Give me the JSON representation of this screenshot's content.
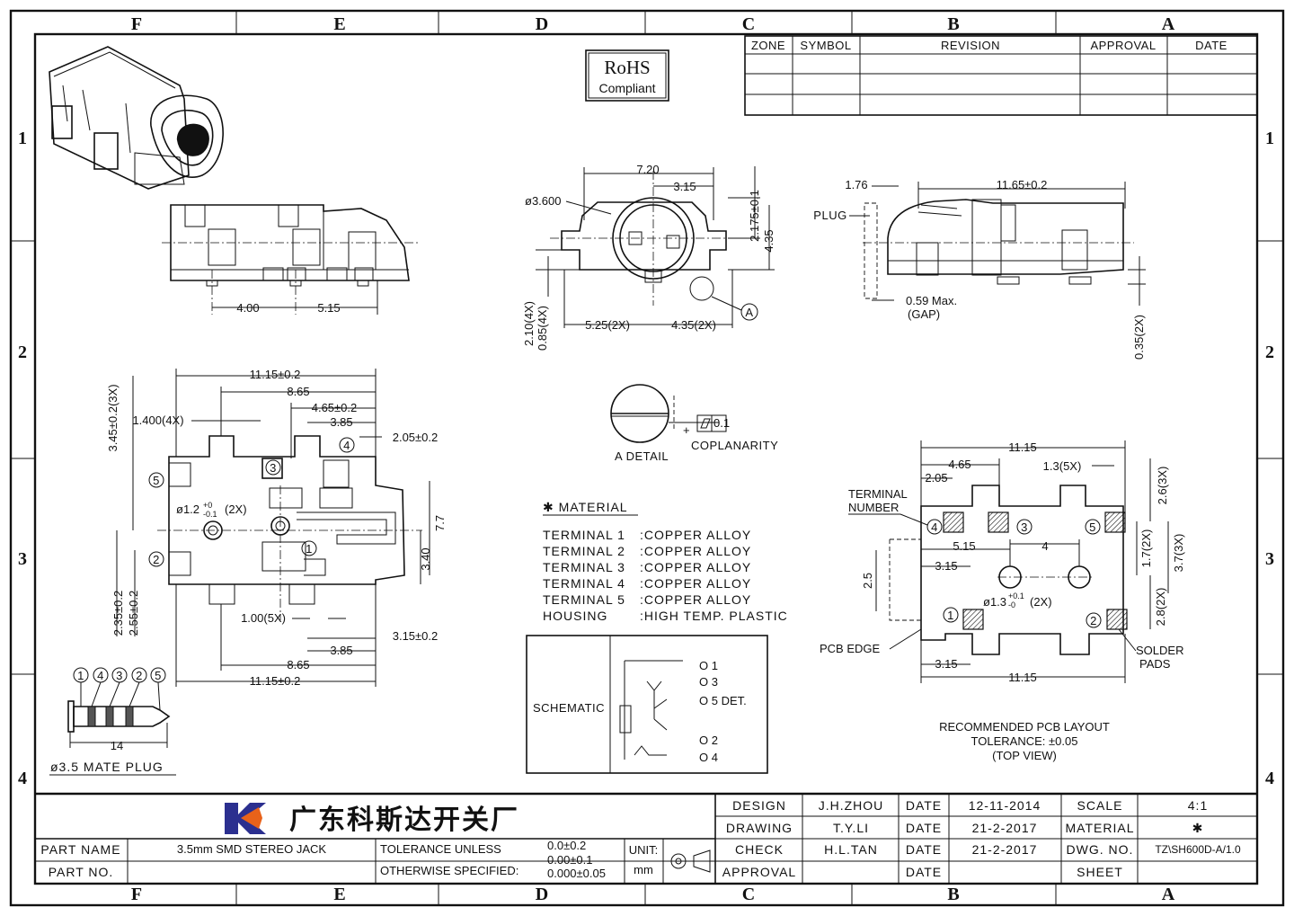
{
  "zones": {
    "cols": [
      "F",
      "E",
      "D",
      "C",
      "B",
      "A"
    ],
    "rows": [
      "1",
      "2",
      "3",
      "4"
    ]
  },
  "revision_table": {
    "headers": [
      "ZONE",
      "SYMBOL",
      "REVISION",
      "APPROVAL",
      "DATE"
    ]
  },
  "rohs": {
    "line1": "RoHS",
    "line2": "Compliant"
  },
  "front_view": {
    "dim_a": "4.00",
    "dim_b": "5.15"
  },
  "end_view": {
    "width": "7.20",
    "half": "3.15",
    "dia": "ø3.600",
    "h1": "2.175±0.1",
    "h2": "4.35",
    "pad_w": "2.10(4X)",
    "pad_w2": "0.85(4X)",
    "p1": "5.25(2X)",
    "p2": "4.35(2X)",
    "detail_ref": "A"
  },
  "side_view": {
    "len": "11.65±0.2",
    "plug_dim": "1.76",
    "plug": "PLUG",
    "gap": "0.59 Max.",
    "gap_note": "(GAP)",
    "standoff": "0.35(2X)"
  },
  "top_view": {
    "d1": "11.15±0.2",
    "d2": "8.65",
    "d3": "4.65±0.2",
    "d4": "3.85",
    "d5": "2.05±0.2",
    "d6": "1.400(4X)",
    "d7": "3.45±0.2(3X)",
    "d8": "ø1.2",
    "d8_tol_up": "+0",
    "d8_tol_dn": "-0.1",
    "d8_qty": "(2X)",
    "d9": "7.7",
    "d10": "3.40",
    "d11": "2.35±0.2",
    "d12": "2.55±0.2",
    "d13": "1.00(5X)",
    "d14": "3.15±0.2",
    "d15": "3.85",
    "d16": "8.65",
    "d17": "11.15±0.2",
    "terminals": [
      "1",
      "2",
      "3",
      "4",
      "5"
    ]
  },
  "detail_a": {
    "title": "A DETAIL",
    "coplanarity": "COPLANARITY",
    "tol": "0.1"
  },
  "material": {
    "title": "✱ MATERIAL",
    "rows": [
      {
        "item": "TERMINAL 1",
        "spec": ":COPPER ALLOY"
      },
      {
        "item": "TERMINAL 2",
        "spec": ":COPPER ALLOY"
      },
      {
        "item": "TERMINAL 3",
        "spec": ":COPPER ALLOY"
      },
      {
        "item": "TERMINAL 4",
        "spec": ":COPPER ALLOY"
      },
      {
        "item": "TERMINAL 5",
        "spec": ":COPPER ALLOY"
      },
      {
        "item": "HOUSING",
        "spec": ":HIGH TEMP. PLASTIC"
      }
    ]
  },
  "schematic": {
    "label": "SCHEMATIC",
    "pins": [
      "O 1",
      "O 3",
      "O 5  DET.",
      "O 2",
      "O 4"
    ]
  },
  "mate_plug": {
    "labels": [
      "1",
      "4",
      "3",
      "2",
      "5"
    ],
    "len": "14",
    "title": "ø3.5 MATE PLUG"
  },
  "pcb_layout": {
    "w": "11.15",
    "w2": "11.15",
    "d_465": "4.65",
    "d_205": "2.05",
    "d_13": "1.3(5X)",
    "d_26": "2.6(3X)",
    "d_515": "5.15",
    "d_4": "4",
    "d_315": "3.15",
    "d_315b": "3.15",
    "d_25": "2.5",
    "d_17": "1.7(2X)",
    "d_37": "3.7(3X)",
    "d_28": "2.8(2X)",
    "hole": "ø1.3",
    "hole_tol_up": "+0.1",
    "hole_tol_dn": "-0",
    "hole_qty": "(2X)",
    "terminal_number": "TERMINAL",
    "terminal_number2": "NUMBER",
    "pcb_edge": "PCB EDGE",
    "solder": "SOLDER",
    "solder2": "PADS",
    "caption1": "RECOMMENDED PCB LAYOUT",
    "caption2": "TOLERANCE: ±0.05",
    "caption3": "(TOP VIEW)"
  },
  "title_block": {
    "company": "广东科斯达开关厂",
    "design_lbl": "DESIGN",
    "design": "J.H.ZHOU",
    "drawing_lbl": "DRAWING",
    "drawing": "T.Y.LI",
    "check_lbl": "CHECK",
    "check": "H.L.TAN",
    "approval_lbl": "APPROVAL",
    "date_lbl": "DATE",
    "date1": "12-11-2014",
    "date2": "21-2-2017",
    "date3": "21-2-2017",
    "scale_lbl": "SCALE",
    "scale": "4:1",
    "material_lbl": "MATERIAL",
    "material": "✱",
    "dwg_lbl": "DWG. NO.",
    "dwg": "TZ\\SH600D-A/1.0",
    "sheet_lbl": "SHEET",
    "part_name_lbl": "PART NAME",
    "part_name": "3.5mm SMD STEREO JACK",
    "part_no_lbl": "PART NO.",
    "tol_lbl1": "TOLERANCE UNLESS",
    "tol_lbl2": "OTHERWISE SPECIFIED:",
    "tol1": "0.0±0.2",
    "tol2": "0.00±0.1",
    "tol3": "0.000±0.05",
    "unit_lbl": "UNIT:",
    "unit": "mm"
  }
}
